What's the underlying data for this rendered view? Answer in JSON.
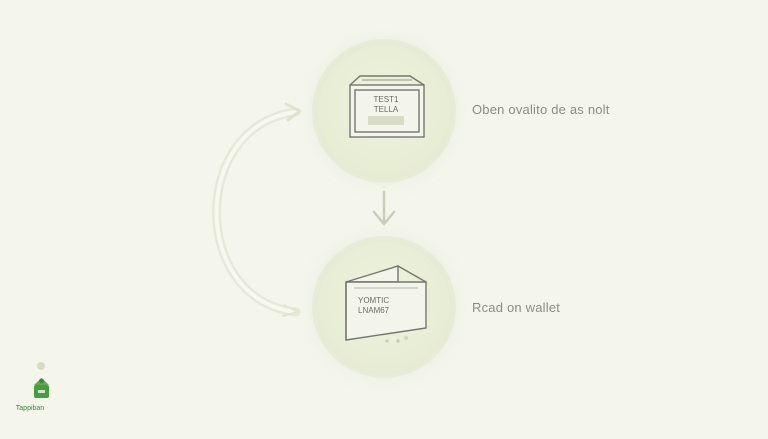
{
  "steps": [
    {
      "label": "Oben ovalito de as nolt",
      "icon": "ticket-icon",
      "icon_text": [
        "TEST1",
        "TELLA"
      ]
    },
    {
      "label": "Rcad on wallet",
      "icon": "wallet-icon",
      "icon_text": [
        "YOMTIC",
        "LNAM67"
      ]
    }
  ],
  "logo": {
    "text": "Tappiban",
    "icon": "app-logo-icon"
  },
  "colors": {
    "background": "#f4f6ec",
    "circle": "#e9eed6",
    "stroke": "#6f7168",
    "accent": "#3f8a3a"
  }
}
